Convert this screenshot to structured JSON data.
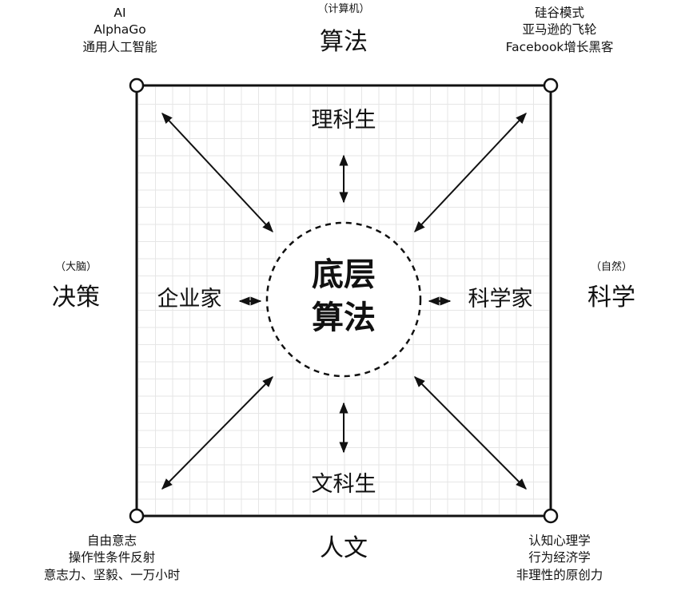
{
  "axes": {
    "top": {
      "paren": "（计算机）",
      "label": "算法"
    },
    "bottom": {
      "label": "人文"
    },
    "left": {
      "paren": "（大脑）",
      "label": "决策"
    },
    "right": {
      "paren": "（自然）",
      "label": "科学"
    }
  },
  "center": {
    "line1": "底层",
    "line2": "算法"
  },
  "inner_nodes": {
    "top": "理科生",
    "bottom": "文科生",
    "left": "企业家",
    "right": "科学家"
  },
  "corners": {
    "top_left": [
      "AI",
      "AlphaGo",
      "通用人工智能"
    ],
    "top_right": [
      "硅谷模式",
      "亚马逊的飞轮",
      "Facebook增长黑客"
    ],
    "bottom_left": [
      "自由意志",
      "操作性条件反射",
      "意志力、坚毅、一万小时"
    ],
    "bottom_right": [
      "认知心理学",
      "行为经济学",
      "非理性的原创力"
    ]
  },
  "colors": {
    "ink": "#111111",
    "grid": "#e6e6e6",
    "background": "#ffffff"
  }
}
